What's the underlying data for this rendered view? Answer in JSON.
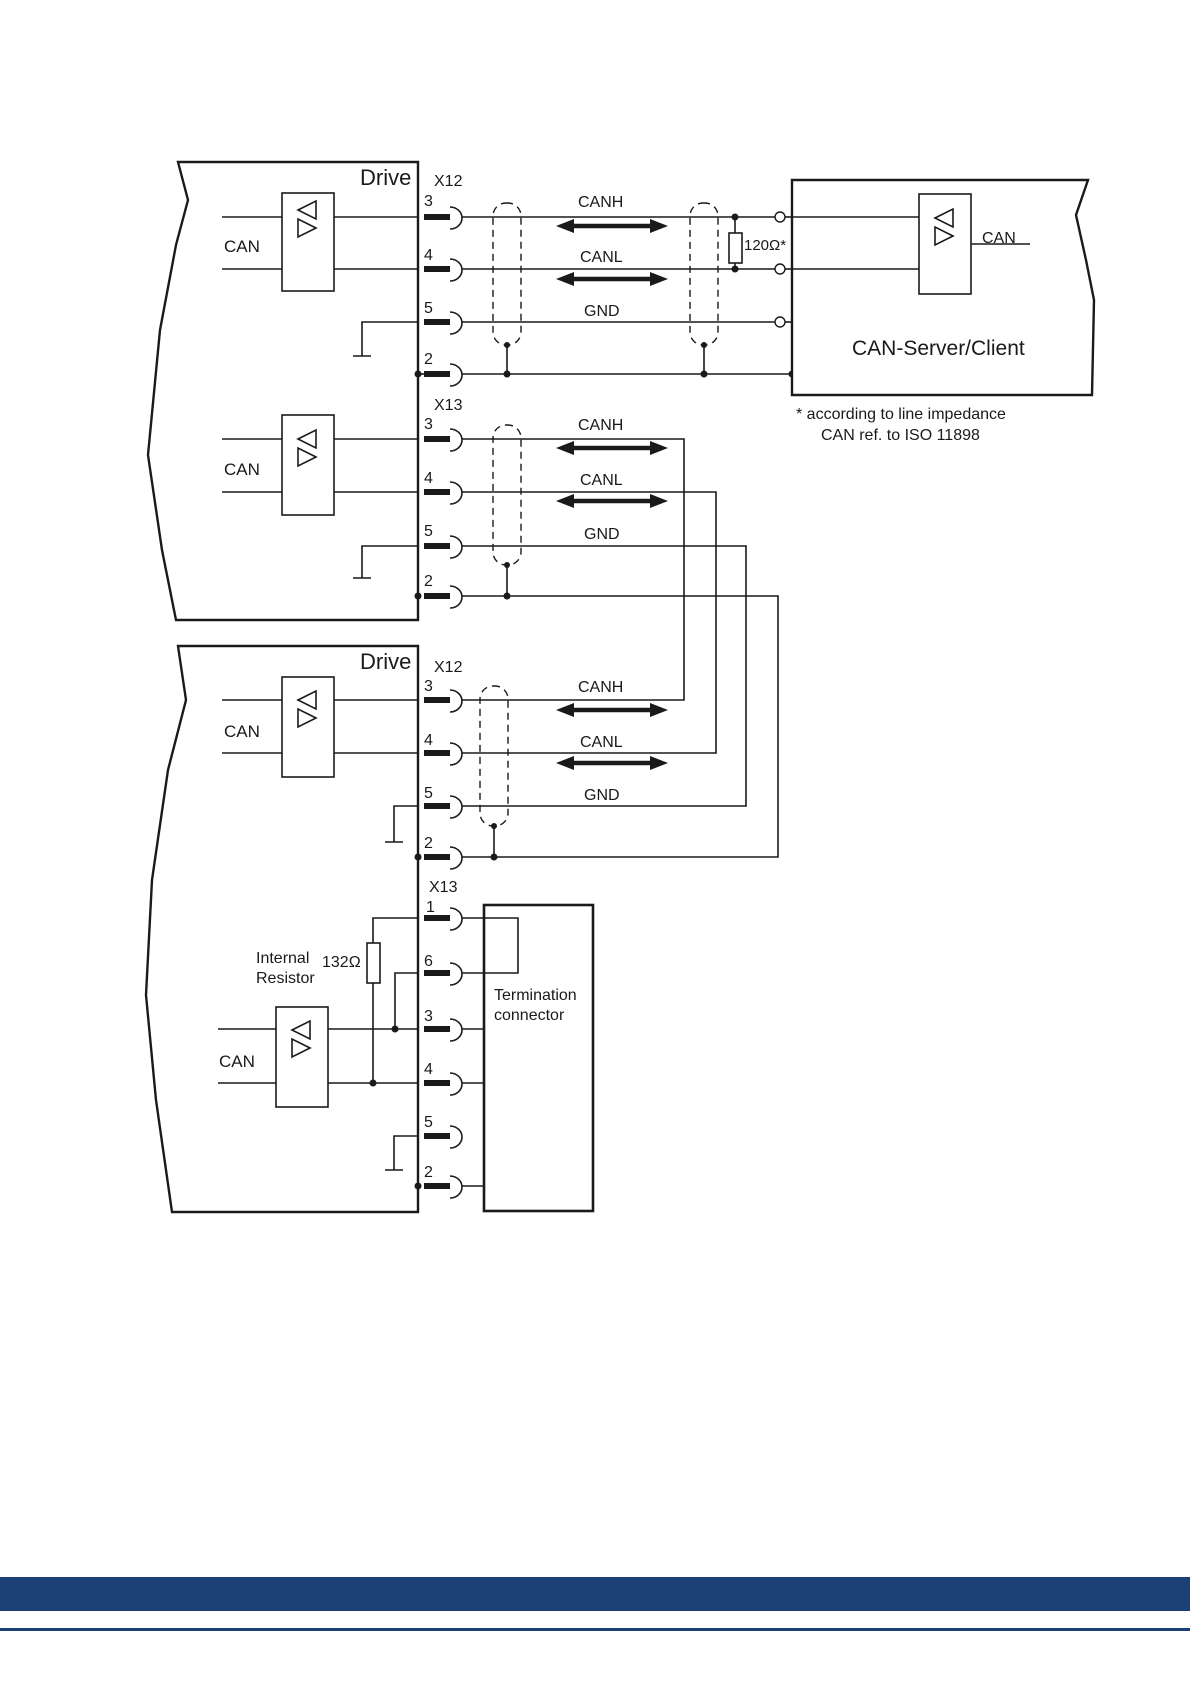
{
  "diagram": {
    "drive_label": "Drive",
    "server_label": "CAN-Server/Client",
    "can_label": "CAN",
    "connector_x12": "X12",
    "connector_x13": "X13",
    "signals": {
      "canh": "CANH",
      "canl": "CANL",
      "gnd": "GND"
    },
    "pins": {
      "p1": "1",
      "p2": "2",
      "p3": "3",
      "p4": "4",
      "p5": "5",
      "p6": "6"
    },
    "resistor_120": "120Ω*",
    "footnote_line1": "* according to line impedance",
    "footnote_line2": "CAN ref. to ISO 11898",
    "internal_resistor_line1": "Internal",
    "internal_resistor_line2": "Resistor",
    "resistor_132": "132Ω",
    "termination_line1": "Termination",
    "termination_line2": "connector"
  },
  "colors": {
    "footer": "#1d3f78",
    "ink": "#1a1a1a"
  }
}
